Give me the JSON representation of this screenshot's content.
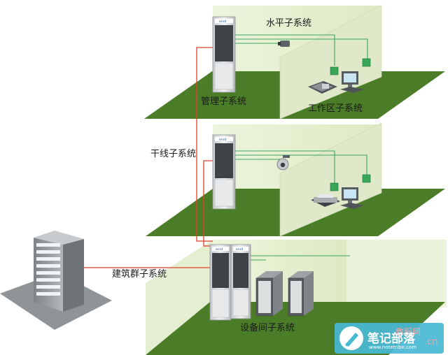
{
  "labels": {
    "horizontal": "水平子系统",
    "admin": "管理子系统",
    "workarea": "工作区子系统",
    "backbone": "干线子系统",
    "campus": "建筑群子系统",
    "equipment": "设备间子系统"
  },
  "rack_brand": "enrd",
  "watermark": {
    "brand": "笔记部落",
    "url": "www.notetribe.com",
    "site": "教程网",
    "cn": ".cn"
  },
  "colors": {
    "floor": "#4b7d28",
    "wall": "#e9f2d6",
    "backbone_cable": "#e0402a",
    "horizontal_cable": "#3aa65a"
  }
}
